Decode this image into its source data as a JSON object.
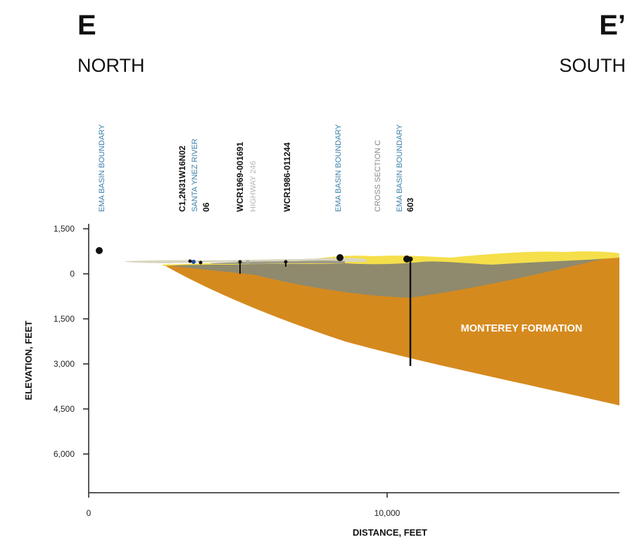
{
  "header": {
    "left_letter": "E",
    "right_letter": "E’",
    "left_direction": "NORTH",
    "right_direction": "SOUTH"
  },
  "markers": [
    {
      "label": "EMA BASIN BOUNDARY",
      "color": "#3c7fa9",
      "bold": false
    },
    {
      "label": "C1,2N31W16N02",
      "color": "#111111",
      "bold": true
    },
    {
      "label": "SANTA YNEZ RIVER",
      "color": "#3c7fa9",
      "bold": false
    },
    {
      "label": "06",
      "color": "#111111",
      "bold": true
    },
    {
      "label": "WCR1969-001691",
      "color": "#111111",
      "bold": true
    },
    {
      "label": "HIGHWAY 246",
      "color": "#b5b5b5",
      "bold": false
    },
    {
      "label": "WCR1986-011244",
      "color": "#111111",
      "bold": true
    },
    {
      "label": "EMA BASIN BOUNDARY",
      "color": "#3c7fa9",
      "bold": false
    },
    {
      "label": "CROSS SECTION C",
      "color": "#8a8a8a",
      "bold": false
    },
    {
      "label": "EMA BASIN BOUNDARY",
      "color": "#3c7fa9",
      "bold": false
    },
    {
      "label": "603",
      "color": "#111111",
      "bold": true
    }
  ],
  "axes": {
    "y_label": "ELEVATION, FEET",
    "x_label": "DISTANCE, FEET",
    "y_ticks": [
      "1,500",
      "0",
      "1,500",
      "3,000",
      "4,500",
      "6,000"
    ],
    "x_ticks": [
      "0",
      "10,000"
    ]
  },
  "formation_label": "MONTEREY FORMATION",
  "colors": {
    "monterey": "#d58a1e",
    "gray_unit": "#8f8a6d",
    "yellow_unit": "#f5df4a",
    "pale_unit": "#d9d6bf",
    "marker_blue": "#3c7fa9"
  }
}
